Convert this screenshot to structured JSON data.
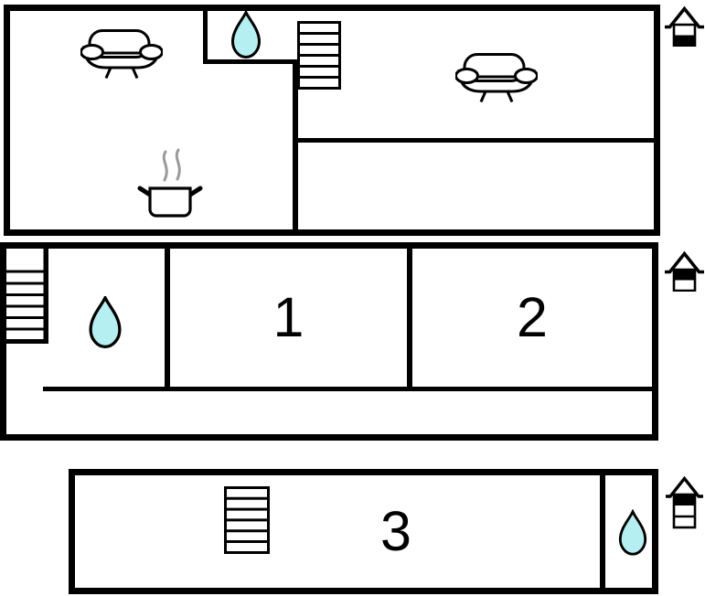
{
  "diagram": {
    "type": "holiday-home-floor-plan",
    "floor_count": 3
  },
  "colors": {
    "wall": "#000000",
    "water": "#b6eff1",
    "steam": "#9a9a9a",
    "background": "#ffffff"
  },
  "plans": [
    {
      "position": "top",
      "rooms": [],
      "features": [
        "sofa-icon",
        "sofa-icon",
        "cooking-pot-icon",
        "water-drop-icon",
        "stairs-icon"
      ],
      "level_icon": "house-2-storeys-bottom-filled"
    },
    {
      "position": "middle",
      "rooms": [
        {
          "label": "1"
        },
        {
          "label": "2"
        }
      ],
      "features": [
        "water-drop-icon",
        "stairs-icon"
      ],
      "level_icon": "house-2-storeys-top-filled"
    },
    {
      "position": "bottom",
      "rooms": [
        {
          "label": "3"
        }
      ],
      "features": [
        "water-drop-icon",
        "stairs-icon"
      ],
      "level_icon": "house-3-storeys-top-filled"
    }
  ]
}
